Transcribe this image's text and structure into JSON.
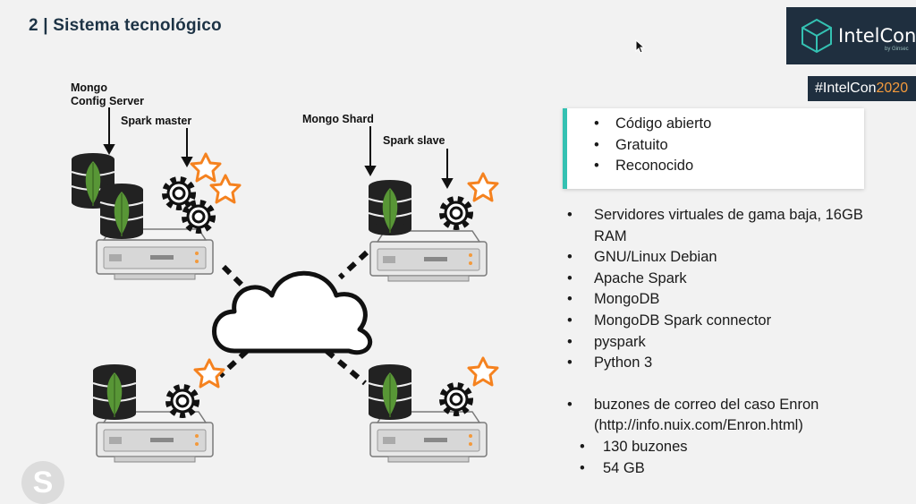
{
  "slide": {
    "title": "2  |  Sistema tecnológico"
  },
  "branding": {
    "logo_text": "IntelCon",
    "logo_by": "by Ginsec",
    "hashtag_prefix": "#IntelCon",
    "hashtag_year": "2020"
  },
  "diagram": {
    "labels": {
      "mongo_config_line1": "Mongo",
      "mongo_config_line2": "Config Server",
      "spark_master": "Spark master",
      "mongo_shard": "Mongo Shard",
      "spark_slave": "Spark slave"
    }
  },
  "card": {
    "items": [
      "Código abierto",
      "Gratuito",
      "Reconocido"
    ]
  },
  "specs": {
    "items": [
      "Servidores virtuales de gama baja, 16GB RAM",
      "GNU/Linux Debian",
      "Apache Spark",
      "MongoDB",
      "MongoDB Spark connector",
      "pyspark",
      "Python 3"
    ],
    "enron": "buzones de correo del caso Enron (http://info.nuix.com/Enron.html)",
    "enron_sub": [
      "130 buzones",
      "54 GB"
    ]
  },
  "icons": {
    "cursor": "arrow-cursor-icon",
    "skype": "skype-icon",
    "cloud": "cloud-icon",
    "server": "server-icon",
    "database": "database-icon",
    "gear": "gear-icon",
    "star": "star-icon"
  },
  "colors": {
    "title": "#1d3345",
    "accent_teal": "#34c1b2",
    "brand_dark": "#1f2f3f",
    "brand_orange": "#f39a3c",
    "mongo_green": "#589636",
    "star_orange": "#f5821f"
  },
  "skype_letter": "S"
}
